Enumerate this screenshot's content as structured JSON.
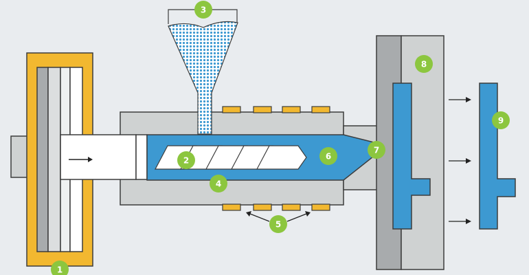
{
  "diagram": {
    "colors": {
      "background": "#e9ecef",
      "machine_gray": "#cfd2d2",
      "dark_gray": "#a8abad",
      "outline": "#3c3c3c",
      "plastic_blue": "#3d99d1",
      "heater_yellow": "#f2b830",
      "badge_green": "#8cc63f"
    },
    "badges": [
      {
        "id": "clamp-unit",
        "label": "1"
      },
      {
        "id": "screw",
        "label": "2"
      },
      {
        "id": "hopper",
        "label": "3"
      },
      {
        "id": "barrel",
        "label": "4"
      },
      {
        "id": "heaters",
        "label": "5"
      },
      {
        "id": "melt-chamber",
        "label": "6"
      },
      {
        "id": "nozzle",
        "label": "7"
      },
      {
        "id": "mould",
        "label": "8"
      },
      {
        "id": "moulded-part",
        "label": "9"
      }
    ]
  }
}
